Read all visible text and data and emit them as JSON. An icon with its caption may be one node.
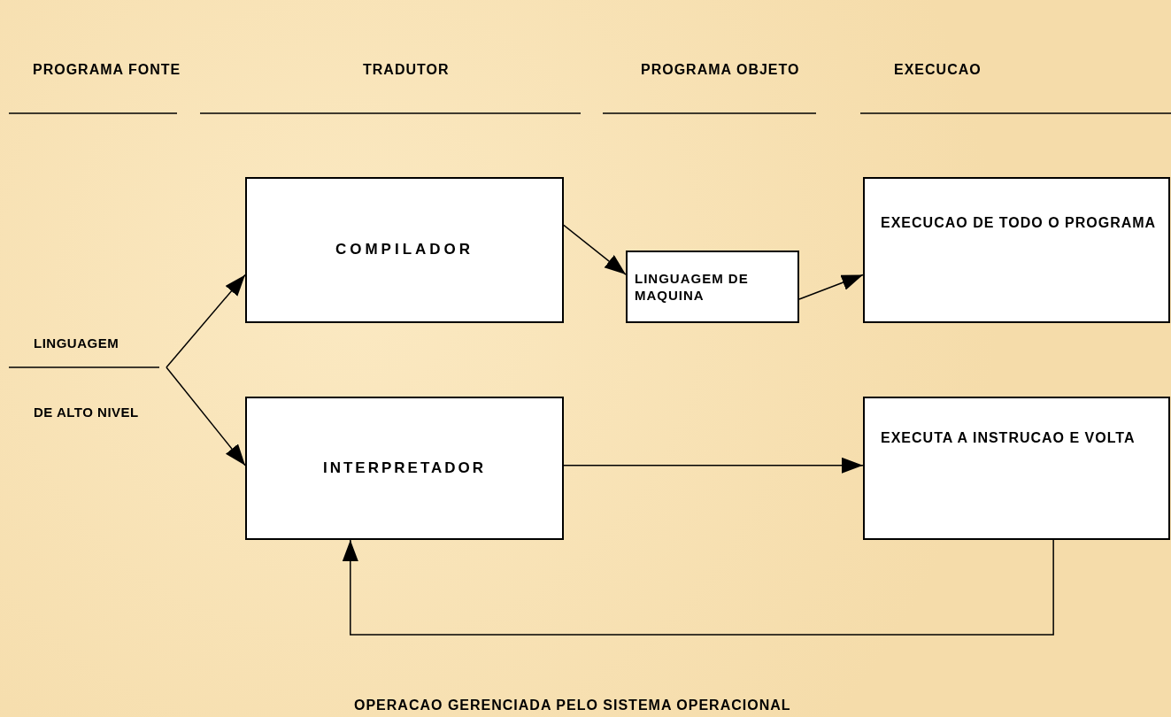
{
  "diagram": {
    "nodes": [
      {
        "text": [
          "LINGUAGEM",
          "DE ALTO NIVEL"
        ]
      },
      {
        "text": [
          "COMPILADOR"
        ]
      },
      {
        "text": [
          "LINGUAGEM DE MAQUINA"
        ]
      },
      {
        "text": [
          "EXECUCAO DE TODO O PROGRAMA"
        ]
      },
      {
        "text": [
          "INTERPRETADOR"
        ]
      },
      {
        "text": [
          "EXECUTA A INSTRUCAO E VOLTA"
        ]
      }
    ],
    "edges": [
      {
        "from": 0,
        "to": 1,
        "arrow": "to"
      },
      {
        "from": 0,
        "to": 4,
        "arrow": "to"
      },
      {
        "from": 1,
        "to": 2,
        "arrow": "to"
      },
      {
        "from": 2,
        "to": 3,
        "arrow": "to"
      },
      {
        "from": 4,
        "to": 5,
        "arrow": "to"
      },
      {
        "from": 5,
        "to": 4,
        "arrow": "to"
      }
    ],
    "labels": [
      "PROGRAMA FONTE",
      "TRADUTOR",
      "PROGRAMA OBJETO",
      "EXECUCAO",
      "OPERACAO GERENCIADA PELO SISTEMA OPERACIONAL"
    ]
  }
}
